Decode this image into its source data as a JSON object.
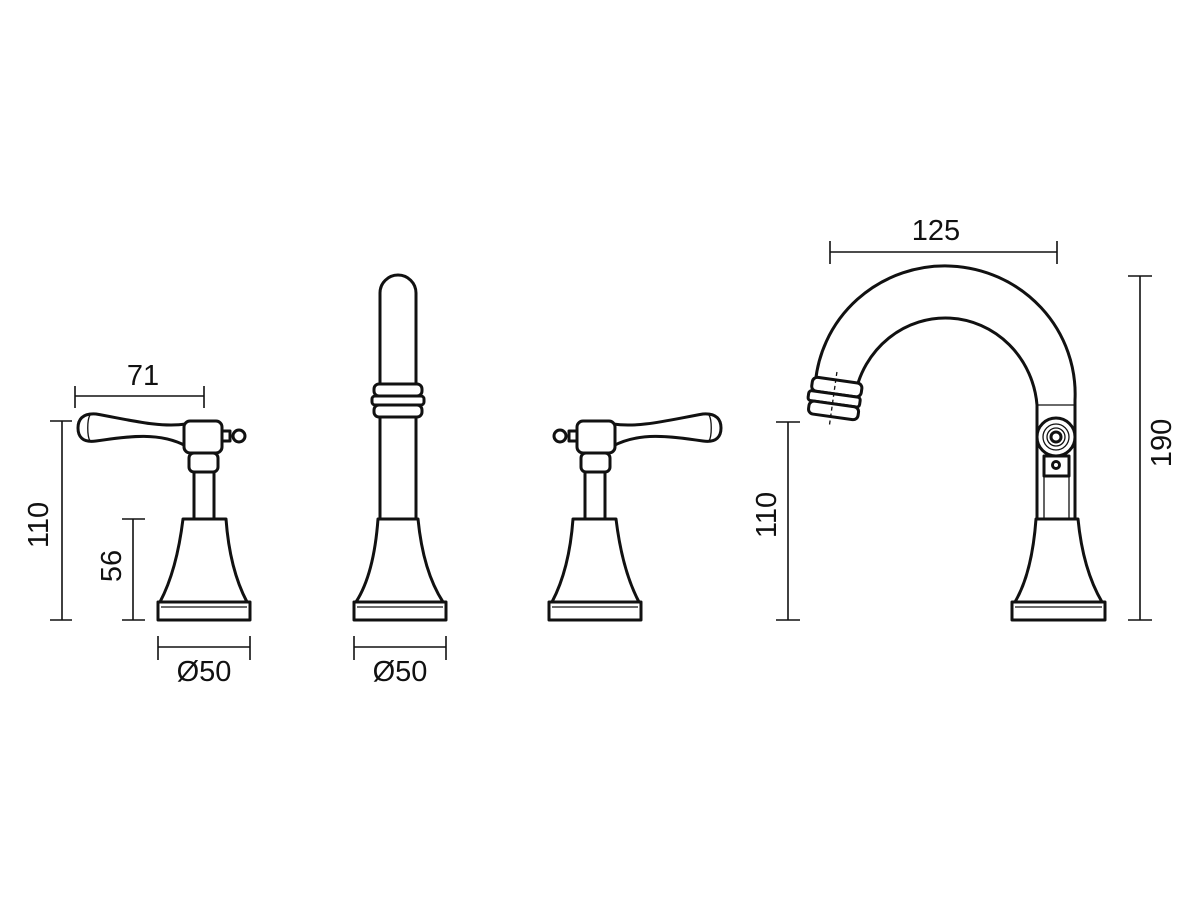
{
  "dimensions": {
    "handle_width": "71",
    "handle_height": "110",
    "base_height": "56",
    "handle_base_diameter": "Ø50",
    "spout_base_diameter": "Ø50",
    "spout_reach": "125",
    "spout_outlet_height": "110",
    "spout_height": "190"
  },
  "colors": {
    "line": "#111111",
    "background": "#ffffff"
  }
}
